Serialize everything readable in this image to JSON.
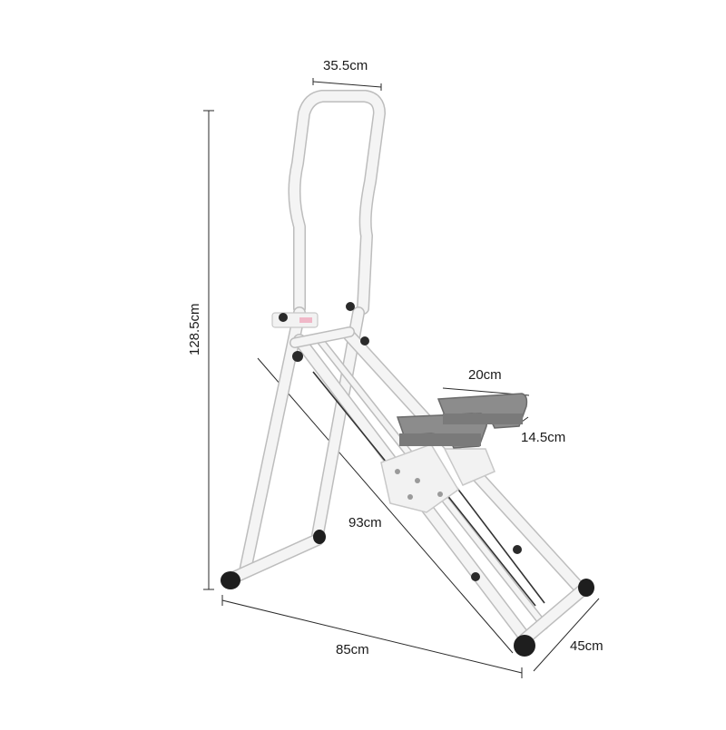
{
  "dimensions": {
    "handle_width": "35.5cm",
    "total_height": "128.5cm",
    "pedal_width": "20cm",
    "pedal_depth": "14.5cm",
    "rail_length": "93cm",
    "base_length": "85cm",
    "base_depth": "45cm"
  },
  "colors": {
    "frame": "#f4f4f4",
    "frame_edge": "#bdbdbd",
    "pedal": "#8c8c8c",
    "pedal_dark": "#6a6a6a",
    "wheel": "#1e1e1e",
    "dim_line": "#2a2a2a"
  }
}
